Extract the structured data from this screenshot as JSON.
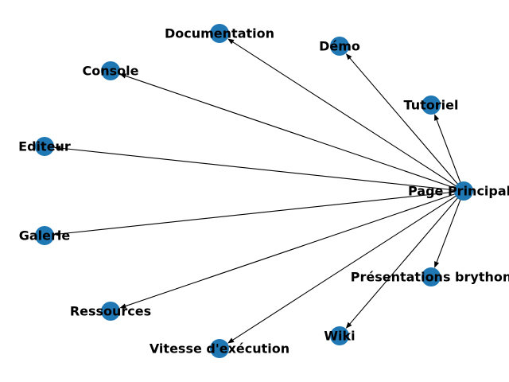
{
  "graph": {
    "center_node": "Page Principale",
    "nodes": [
      "Page Principale",
      "Documentation",
      "Démo",
      "Tutoriel",
      "Console",
      "Editeur",
      "Galerie",
      "Ressources",
      "Vitesse d'exécution",
      "Wiki",
      "Présentations brython"
    ],
    "edges": [
      {
        "from": "Page Principale",
        "to": "Documentation"
      },
      {
        "from": "Page Principale",
        "to": "Démo"
      },
      {
        "from": "Page Principale",
        "to": "Tutoriel"
      },
      {
        "from": "Page Principale",
        "to": "Console"
      },
      {
        "from": "Page Principale",
        "to": "Editeur"
      },
      {
        "from": "Page Principale",
        "to": "Galerie"
      },
      {
        "from": "Page Principale",
        "to": "Ressources"
      },
      {
        "from": "Page Principale",
        "to": "Vitesse d'exécution"
      },
      {
        "from": "Page Principale",
        "to": "Wiki"
      },
      {
        "from": "Page Principale",
        "to": "Présentations brython"
      }
    ],
    "colors": {
      "node": "#1f77b4",
      "edge": "#000000",
      "label": "#000000"
    }
  }
}
